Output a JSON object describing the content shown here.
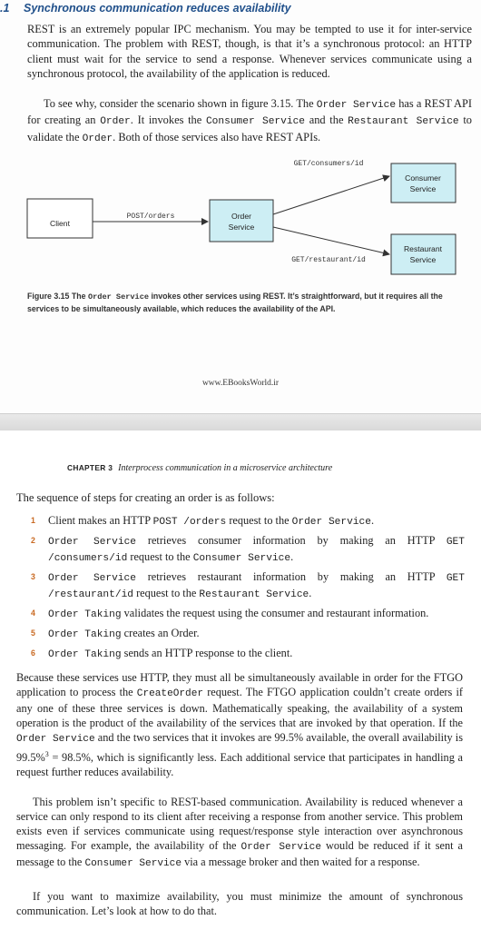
{
  "section": {
    "number": ".1",
    "title": "Synchronous communication reduces availability"
  },
  "top": {
    "para1": "REST is an extremely popular IPC mechanism. You may be tempted to use it for inter-service communication. The problem with REST, though, is that it’s a synchronous protocol: an HTTP client must wait for the service to send a response. Whenever services communicate using a synchronous protocol, the availability of the application is reduced.",
    "para2": [
      {
        "t": "To see why, consider the scenario shown in figure 3.15. The "
      },
      {
        "t": "Order Service",
        "code": true
      },
      {
        "t": " has a REST API for creating an "
      },
      {
        "t": "Order",
        "code": true
      },
      {
        "t": ". It invokes the "
      },
      {
        "t": "Consumer Service",
        "code": true
      },
      {
        "t": " and the "
      },
      {
        "t": "Restaurant Service",
        "code": true
      },
      {
        "t": " to validate the "
      },
      {
        "t": "Order",
        "code": true
      },
      {
        "t": ". Both of those services also have REST APIs."
      }
    ]
  },
  "figure": {
    "client": "Client",
    "order_1": "Order",
    "order_2": "Service",
    "consumer_1": "Consumer",
    "consumer_2": "Service",
    "restaurant_1": "Restaurant",
    "restaurant_2": "Service",
    "post_label": "POST/orders",
    "get_consumers": "GET/consumers/id",
    "get_restaurant": "GET/restaurant/id",
    "colors": {
      "box_fill": "#cdeef4",
      "stroke": "#333333"
    }
  },
  "caption": {
    "prefix": "Figure 3.15",
    "parts": [
      {
        "t": "   The "
      },
      {
        "t": "Order Service",
        "code": true
      },
      {
        "t": " invokes other services using REST. It’s straightforward, but it requires all the services to be simultaneously available, which reduces the availability of the API."
      }
    ]
  },
  "watermark": "www.EBooksWorld.ir",
  "chapter": {
    "label": "Chapter 3",
    "title": "Interprocess communication in a microservice architecture"
  },
  "steps_intro": "The sequence of steps for creating an order is as follows:",
  "steps": [
    {
      "n": "1",
      "parts": [
        {
          "t": "Client makes an HTTP "
        },
        {
          "t": "POST /orders",
          "code": true
        },
        {
          "t": " request to the "
        },
        {
          "t": "Order Service",
          "code": true
        },
        {
          "t": "."
        }
      ]
    },
    {
      "n": "2",
      "parts": [
        {
          "t": "Order Service",
          "code": true
        },
        {
          "t": " retrieves consumer information by making an HTTP "
        },
        {
          "t": "GET /consumers/id",
          "code": true
        },
        {
          "t": " request to the "
        },
        {
          "t": "Consumer Service",
          "code": true
        },
        {
          "t": "."
        }
      ]
    },
    {
      "n": "3",
      "parts": [
        {
          "t": "Order Service",
          "code": true
        },
        {
          "t": " retrieves restaurant information by making an HTTP "
        },
        {
          "t": "GET /restaurant/id",
          "code": true
        },
        {
          "t": " request to the "
        },
        {
          "t": "Restaurant Service",
          "code": true
        },
        {
          "t": "."
        }
      ]
    },
    {
      "n": "4",
      "parts": [
        {
          "t": "Order Taking",
          "code": true
        },
        {
          "t": " validates the request using the consumer and restaurant information."
        }
      ]
    },
    {
      "n": "5",
      "parts": [
        {
          "t": "Order Taking",
          "code": true
        },
        {
          "t": " creates an Order."
        }
      ]
    },
    {
      "n": "6",
      "parts": [
        {
          "t": "Order Taking",
          "code": true
        },
        {
          "t": " sends an HTTP response to the client."
        }
      ]
    }
  ],
  "bottom": {
    "para1": [
      {
        "t": "Because these services use HTTP, they must all be simultaneously available in order for the FTGO application to process the "
      },
      {
        "t": "CreateOrder",
        "code": true
      },
      {
        "t": " request. The FTGO application couldn’t create orders if any one of these three services is down. Mathematically speaking, the availability of a system operation is the product of the availability of the services that are invoked by that operation. If the "
      },
      {
        "t": "Order Service",
        "code": true
      },
      {
        "t": " and the two services that it invokes are 99.5% available, the overall availability is 99.5%"
      },
      {
        "t": "3",
        "sup": true
      },
      {
        "t": " = 98.5%, which is significantly less. Each additional service that participates in handling a request further reduces availability."
      }
    ],
    "para2": [
      {
        "t": "This problem isn’t specific to REST-based communication. Availability is reduced whenever a service can only respond to its client after receiving a response from another service. This problem exists even if services communicate using request/response style interaction over asynchronous messaging. For example, the availability of the "
      },
      {
        "t": "Order Service",
        "code": true
      },
      {
        "t": " would be reduced if it sent a message to the "
      },
      {
        "t": "Consumer Service",
        "code": true
      },
      {
        "t": " via a message broker and then waited for a response."
      }
    ],
    "para3": "If you want to maximize availability, you must minimize the amount of synchronous communication. Let’s look at how to do that."
  }
}
